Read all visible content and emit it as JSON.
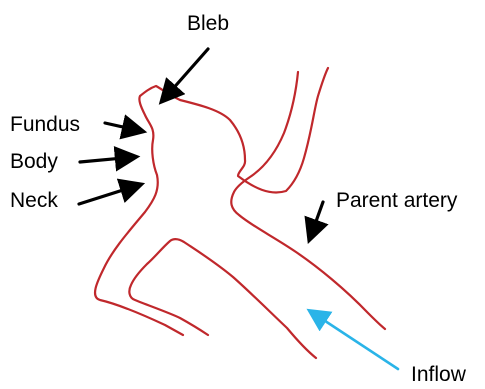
{
  "labels": {
    "bleb": "Bleb",
    "fundus": "Fundus",
    "body": "Body",
    "neck": "Neck",
    "parent_artery": "Parent artery",
    "inflow": "Inflow"
  },
  "colors": {
    "vessel_outline": "#c0282c",
    "label_arrow": "#000000",
    "inflow_arrow": "#2ab4e8"
  }
}
